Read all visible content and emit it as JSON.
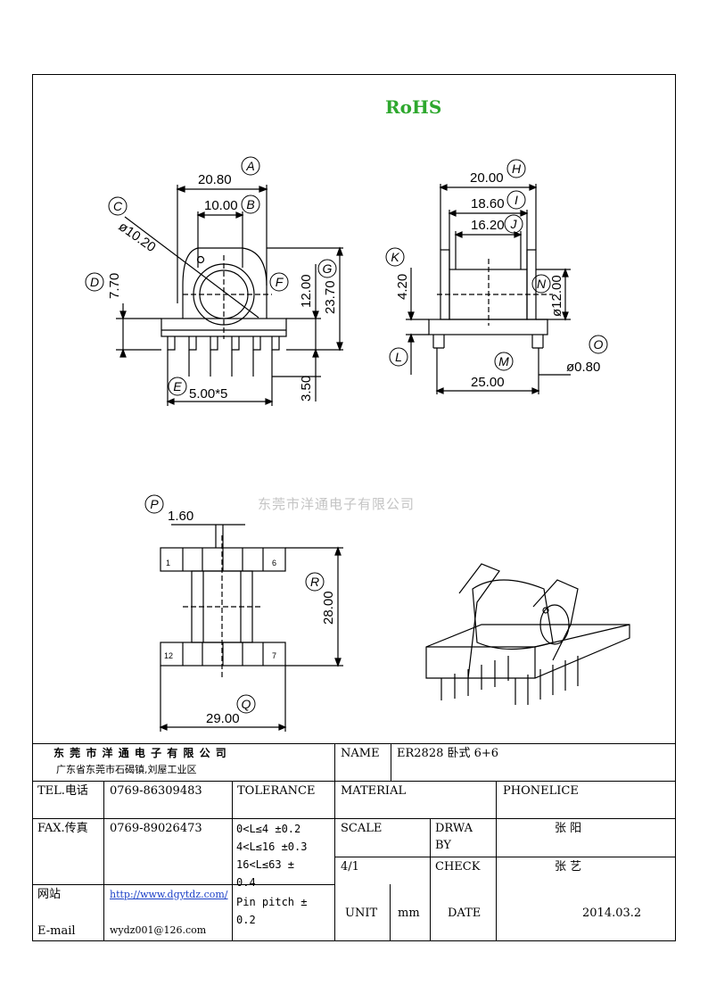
{
  "rohs": "RoHS",
  "watermark": "东莞市洋通电子有限公司",
  "dims": {
    "A": "A",
    "B": "B",
    "C": "C",
    "D": "D",
    "E": "E",
    "F": "F",
    "G": "G",
    "H": "H",
    "I": "I",
    "J": "J",
    "K": "K",
    "L": "L",
    "M": "M",
    "N": "N",
    "O": "O",
    "P": "P",
    "Q": "Q",
    "R": "R",
    "v2080": "20.80",
    "v1000": "10.00",
    "v1020": "ø10.20",
    "v770": "7.70",
    "v1200": "12.00",
    "v2370": "23.70",
    "v500x5": "5.00*5",
    "v350": "3.50",
    "v2000": "20.00",
    "v1860": "18.60",
    "v1620": "16.20",
    "v420": "4.20",
    "vd1200": "ø12.00",
    "v2500": "25.00",
    "vd080": "ø0.80",
    "v160": "1.60",
    "v2800": "28.00",
    "v2900": "29.00",
    "pin1": "1",
    "pin6": "6",
    "pin12": "12",
    "pin7": "7"
  },
  "title_block": {
    "company": "东 莞 市 洋 通 电 子 有 限 公 司",
    "address": "广东省东莞市石碣镇,刘屋工业区",
    "name_label": "NAME",
    "name_value": "ER2828 卧式 6+6",
    "tel_label": "TEL.电话",
    "tel_value": "0769-86309483",
    "tolerance_label": "TOLERANCE",
    "material_label": "MATERIAL",
    "material_value": "PHONELICE",
    "fax_label": "FAX.传真",
    "fax_value": "0769-89026473",
    "tol_lines": [
      "0<L≤4   ±0.2",
      "4<L≤16  ±0.3",
      "16<L≤63  ±",
      "0.4",
      "Pin pitch  ±",
      "0.2"
    ],
    "scale_label": "SCALE",
    "scale_value": "4/1",
    "drawby_label_1": "DRWA",
    "drawby_label_2": "BY",
    "drawby_value": "张 阳",
    "check_label": "CHECK",
    "check_value": "张 艺",
    "web_label": "网站",
    "web_value": "http://www.dgytdz.com/",
    "email_label": "E-mail",
    "email_value": "wydz001@126.com",
    "unit_label": "UNIT",
    "unit_value": "mm",
    "date_label": "DATE",
    "date_value": "2014.03.2"
  }
}
